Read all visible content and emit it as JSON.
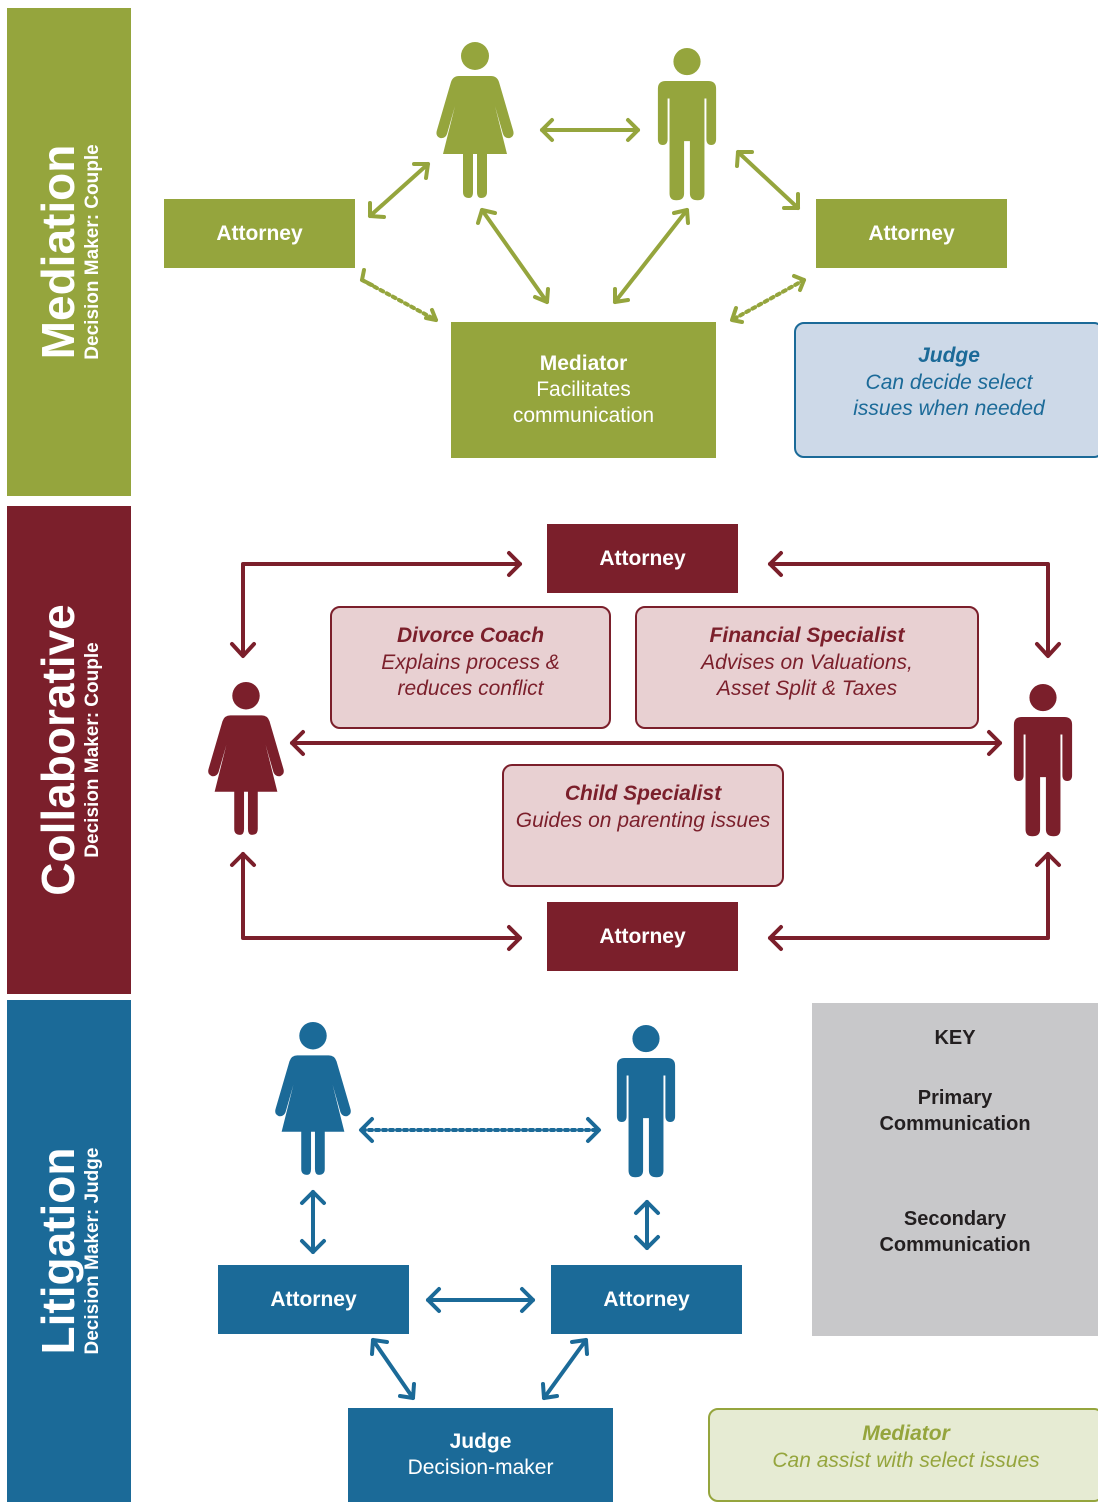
{
  "colors": {
    "mediation": "#95a53d",
    "collaborative": "#7b1f2b",
    "litigation": "#1b6a98",
    "key_bg": "#c8c8ca",
    "judge_box_bg": "#cdd9e8",
    "specialist_bg": "#e8d0d2",
    "mediator_box_bg": "#e6ebd3"
  },
  "mediation": {
    "title": "Mediation",
    "subtitle": "Decision Maker: Couple",
    "attorney_left": "Attorney",
    "attorney_right": "Attorney",
    "mediator_title": "Mediator",
    "mediator_desc_1": "Facilitates",
    "mediator_desc_2": "communication",
    "judge_title": "Judge",
    "judge_desc_1": "Can decide select",
    "judge_desc_2": "issues when needed",
    "icons": [
      "woman-icon",
      "man-icon"
    ]
  },
  "collaborative": {
    "title": "Collaborative",
    "subtitle": "Decision Maker: Couple",
    "attorney_top": "Attorney",
    "attorney_bottom": "Attorney",
    "coach_title": "Divorce Coach",
    "coach_desc_1": "Explains process &",
    "coach_desc_2": "reduces conflict",
    "financial_title": "Financial Specialist",
    "financial_desc_1": "Advises on Valuations,",
    "financial_desc_2": "Asset Split & Taxes",
    "child_title": "Child Specialist",
    "child_desc_1": "Guides on parenting issues",
    "icons": [
      "woman-icon",
      "man-icon"
    ]
  },
  "litigation": {
    "title": "Litigation",
    "subtitle": "Decision Maker: Judge",
    "attorney_left": "Attorney",
    "attorney_right": "Attorney",
    "judge_title": "Judge",
    "judge_desc": "Decision-maker",
    "mediator_title": "Mediator",
    "mediator_desc": "Can assist with select issues",
    "icons": [
      "woman-icon",
      "man-icon"
    ]
  },
  "key": {
    "title": "KEY",
    "primary_1": "Primary",
    "primary_2": "Communication",
    "secondary_1": "Secondary",
    "secondary_2": "Communication"
  }
}
